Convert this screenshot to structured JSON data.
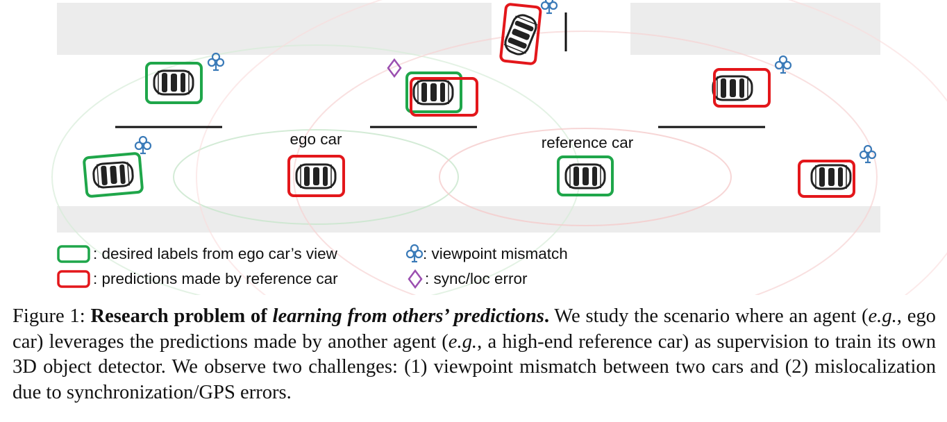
{
  "figure": {
    "labels": {
      "ego_car": "ego car",
      "reference_car": "reference car"
    },
    "legend": {
      "green_box": ": desired labels from ego car’s view",
      "red_box": ": predictions made by reference car",
      "club": ": viewpoint mismatch",
      "diamond": ": sync/loc error"
    },
    "icons": {
      "viewpoint_mismatch": "club-icon",
      "sync_error": "diamond-icon"
    },
    "colors": {
      "green": "#1fa64a",
      "red": "#e3171b",
      "club_blue": "#3a7ab8",
      "diamond_purple": "#9b4fb0",
      "road": "#ececec"
    }
  },
  "caption": {
    "label": "Figure 1: ",
    "title_bold": "Research problem of ",
    "title_italic": "learning from others’ predictions",
    "title_end": ".",
    "s1": " We study the scenario where an agent (",
    "eg1": "e.g.",
    "s2": ", ego car) leverages the predictions made by another agent (",
    "eg2": "e.g.",
    "s3": ", a high-end reference car) as supervision to train its own 3D object detector. We observe two challenges: (1) viewpoint mismatch between two cars and (2) mislocalization due to synchronization/GPS errors."
  }
}
